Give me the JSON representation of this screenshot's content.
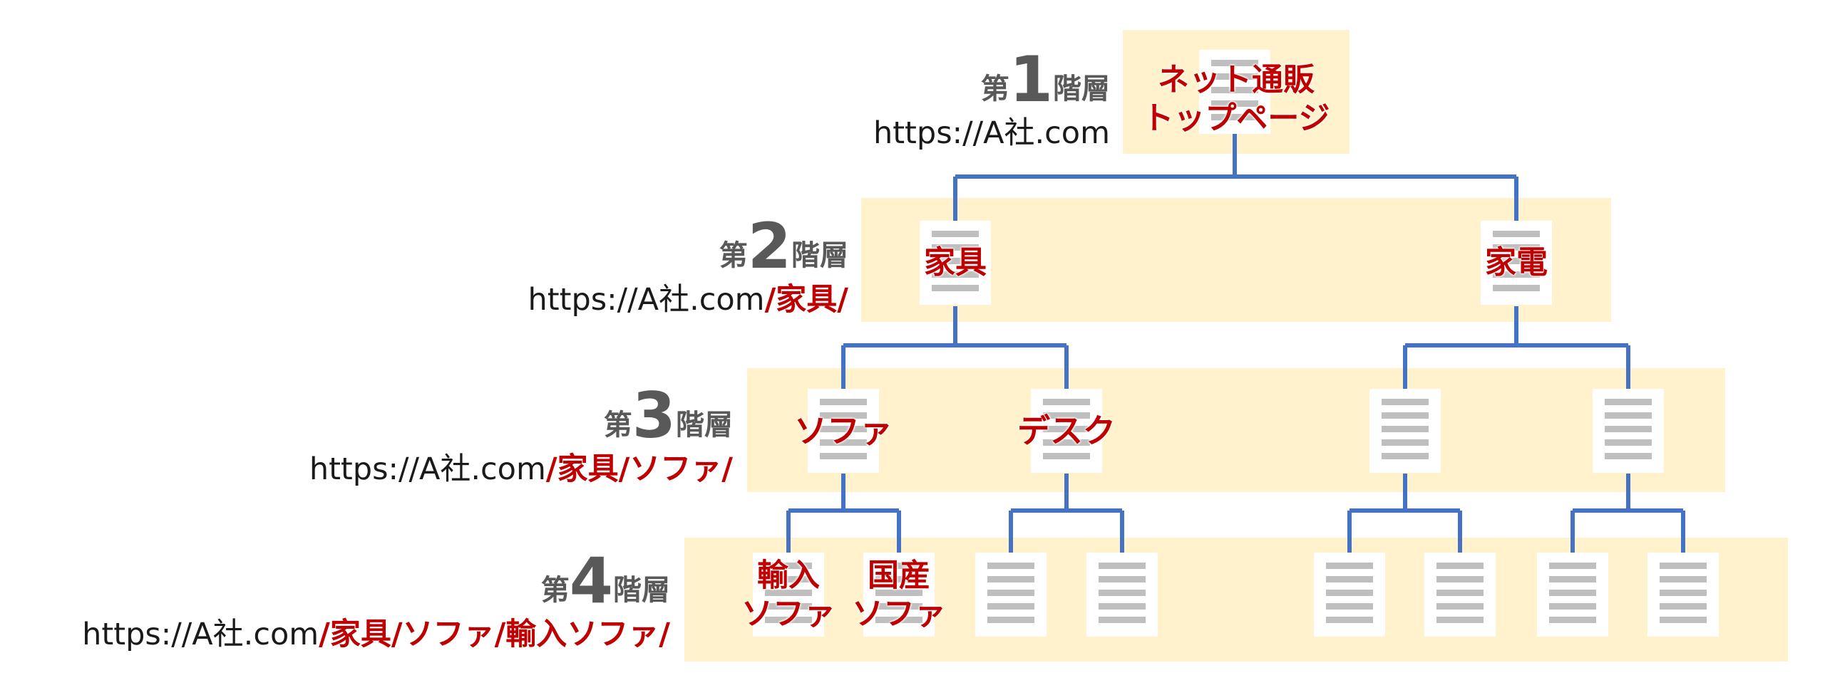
{
  "colors": {
    "band": "#fff2cc",
    "connector": "#4472c4",
    "accent": "#c00000",
    "level_text": "#595959",
    "doc_bar": "#bfbfbf"
  },
  "levels": [
    {
      "pre": "第",
      "num": "1",
      "post": "階層",
      "url_base": "https://A社.com",
      "url_path": ""
    },
    {
      "pre": "第",
      "num": "2",
      "post": "階層",
      "url_base": "https://A社.com",
      "url_path": "/家具/"
    },
    {
      "pre": "第",
      "num": "3",
      "post": "階層",
      "url_base": "https://A社.com",
      "url_path": "/家具/ソファ/"
    },
    {
      "pre": "第",
      "num": "4",
      "post": "階層",
      "url_base": "https://A社.com",
      "url_path": "/家具/ソファ/輸入ソファ/"
    }
  ],
  "nodes": {
    "top": {
      "line1": "ネット通販",
      "line2": "トップページ"
    },
    "furniture": "家具",
    "electronics": "家電",
    "sofa": "ソファ",
    "desk": "デスク",
    "imported_sofa": {
      "line1": "輸入",
      "line2": "ソファ"
    },
    "domestic_sofa": {
      "line1": "国産",
      "line2": "ソファ"
    }
  }
}
